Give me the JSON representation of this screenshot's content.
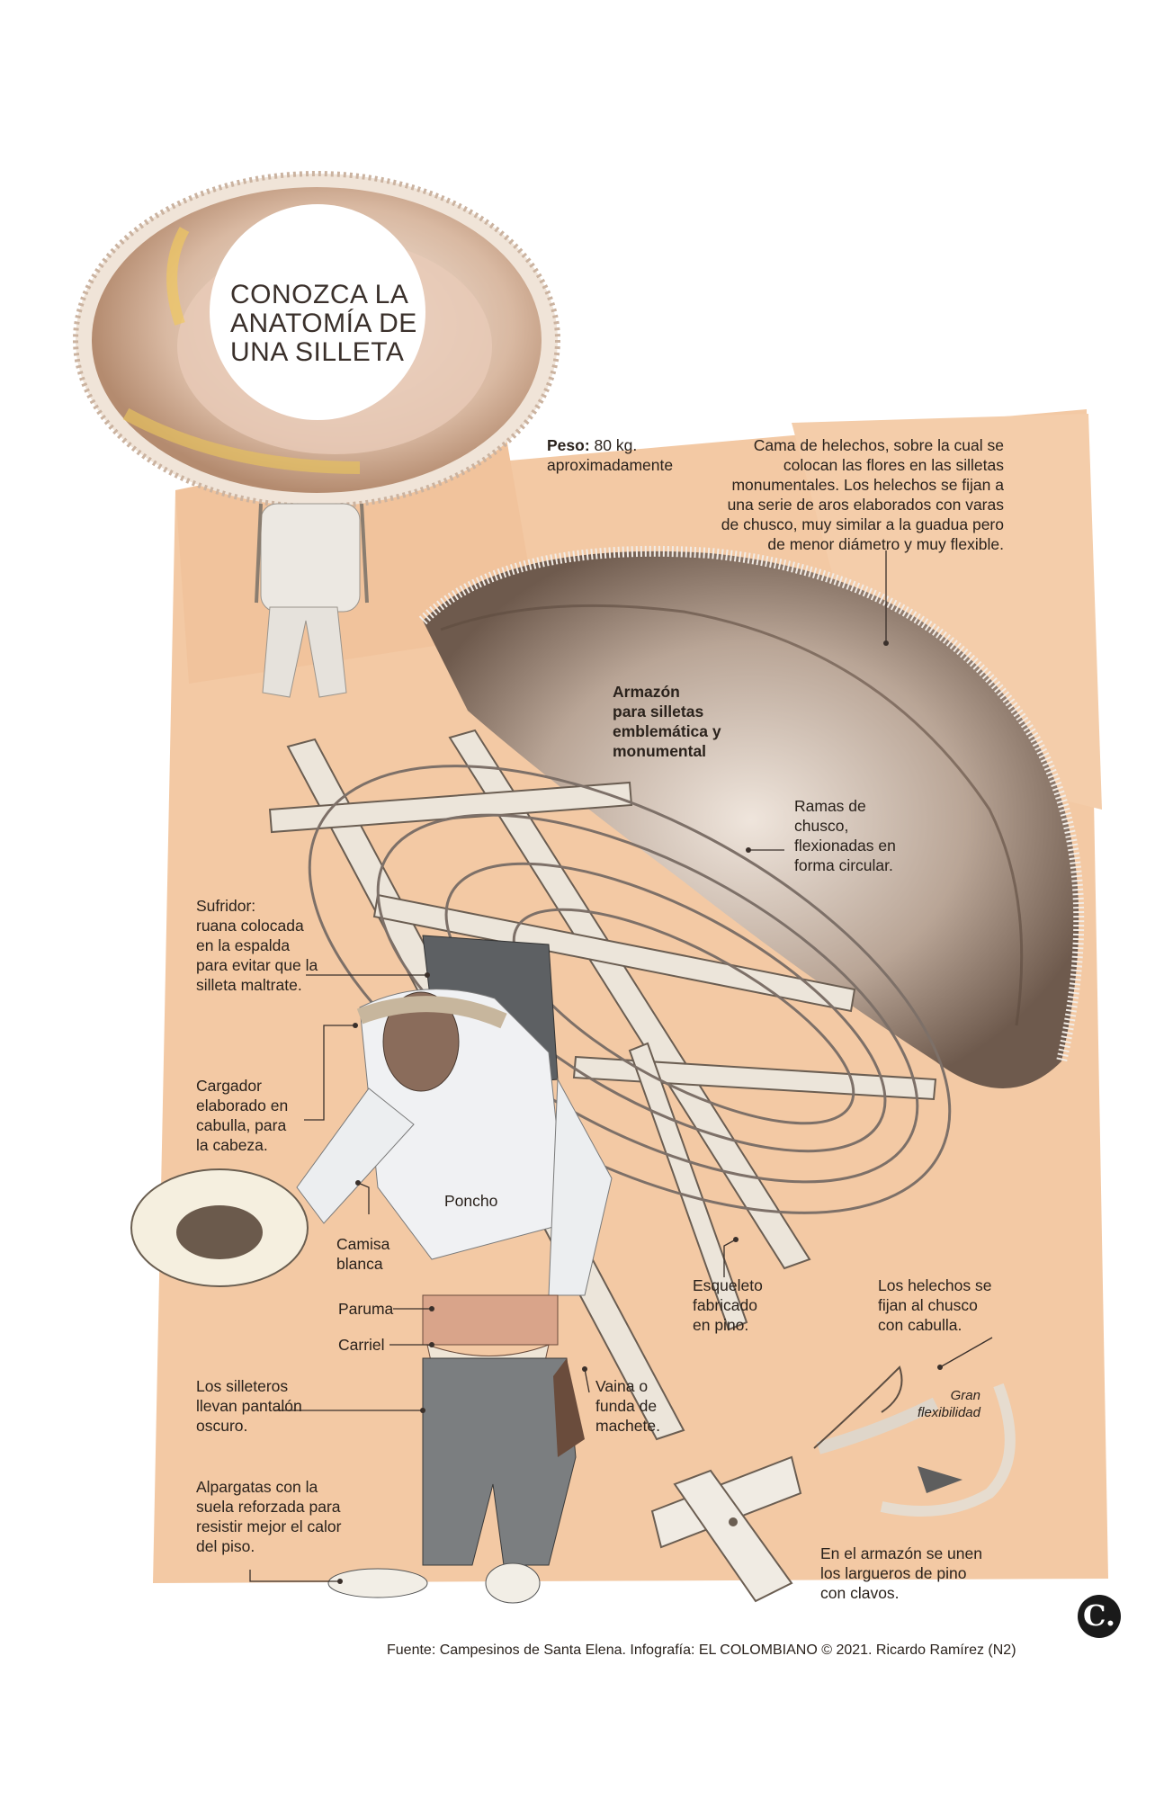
{
  "title": "CONOZCA LA\nANATOMÍA DE\nUNA SILLETA",
  "labels": {
    "peso_bold": "Peso:",
    "peso_text": " 80 kg.\naproximadamente",
    "cama": "Cama de helechos, sobre la cual se\ncolocan las flores en las silletas\nmonumentales. Los helechos se fijan a\nuna serie de aros elaborados con varas\nde chusco, muy similar a la guadua pero\nde menor diámetro y muy flexible.",
    "armazon": "Armazón\npara silletas\nemblemática y\nmonumental",
    "ramas": "Ramas de\nchusco,\nflexionadas en\nforma circular.",
    "sufridor": "Sufridor:\nruana colocada\nen la espalda\npara evitar que la\nsilleta maltrate.",
    "cargador": "Cargador\nelaborado en\ncabulla, para\nla cabeza.",
    "poncho": "Poncho",
    "camisa": "Camisa\nblanca",
    "paruma": "Paruma",
    "carriel": "Carriel",
    "esqueleto": "Esqueleto\nfabricado\nen pino.",
    "helechos_fijan": "Los helechos se\nfijan al chusco\ncon cabulla.",
    "gran_flex": "Gran\nflexibilidad",
    "pantalon": "Los silleteros\nllevan pantalón\noscuro.",
    "vaina": "Vaina o\nfunda de\nmachete.",
    "alpargatas": "Alpargatas con la\nsuela reforzada para\nresistir mejor el calor\ndel piso.",
    "armazon_unen": "En el armazón se unen\nlos largueros de pino\ncon clavos."
  },
  "logo": "C.",
  "source": "Fuente: Campesinos de Santa Elena. Infografía: EL COLOMBIANO © 2021. Ricardo Ramírez (N2)",
  "colors": {
    "background_wash": "#f3c9a4",
    "fern": "#8a7466",
    "frame_wood": "#e9e2d6",
    "cloth_dark": "#6f7274",
    "shirt": "#eef0f2",
    "leader": "#3a302b"
  }
}
